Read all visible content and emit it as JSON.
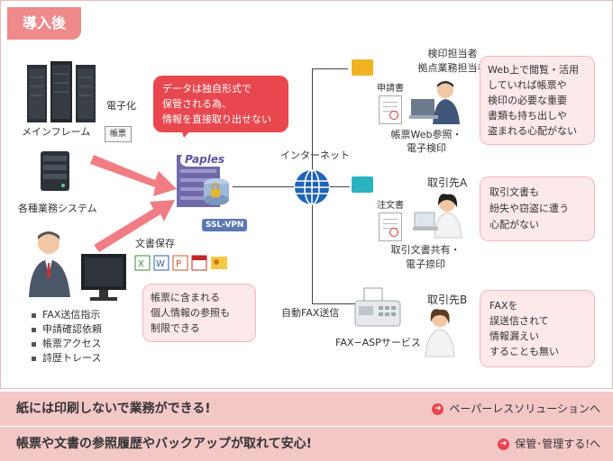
{
  "title": "導入後",
  "left": {
    "mainframe_label": "メインフレーム",
    "business_label": "各種業務システム",
    "digitize_label": "電子化",
    "ledger_tag": "帳票",
    "bullets": [
      "FAX送信指示",
      "申請確認依頼",
      "帳票アクセス",
      "詩歴トレース"
    ]
  },
  "center": {
    "product_name": "Paples",
    "ssl_label": "SSL-VPN",
    "storage_label": "文書保存",
    "red_bubble": [
      "データは独自形式で",
      "保管される為、",
      "情報を直接取り出せない"
    ],
    "pink_bubble": [
      "帳票に含まれる",
      "個人情報の参照も",
      "制限できる"
    ],
    "internet_label": "インターネット",
    "fax_send_label": "自動FAX送信"
  },
  "right": {
    "row1": {
      "title": [
        "検印担当者",
        "拠点業務担当者"
      ],
      "doc_label": "申請書",
      "caption": [
        "帳票Web参照・",
        "電子検印"
      ],
      "bubble": [
        "Web上で閲覧・活用",
        "していれば帳票や",
        "検印の必要な重要",
        "書類も持ち出しや",
        "盗まれる心配がない"
      ]
    },
    "row2": {
      "title": "取引先A",
      "doc_label": "注文書",
      "caption": [
        "取引文書共有・",
        "電子捺印"
      ],
      "bubble": [
        "取引文書も",
        "紛失や窃盗に遭う",
        "心配がない"
      ]
    },
    "row3": {
      "title": "取引先B",
      "caption": "FAX−ASPサービス",
      "bubble": [
        "FAXを",
        "誤送信されて",
        "情報漏えい",
        "することも無い"
      ]
    }
  },
  "bars": [
    {
      "text": "紙には印刷しないで業務ができる!",
      "link": "ペーパーレスソリューションへ"
    },
    {
      "text": "帳票や文書の参照履歴やバックアップが取れて安心!",
      "link": "保管･管理する!へ"
    }
  ],
  "colors": {
    "accent": "#e9474f",
    "tab": "#ef8a8a",
    "bar": "#f4c7c7",
    "bubble": "#fde8ea"
  }
}
